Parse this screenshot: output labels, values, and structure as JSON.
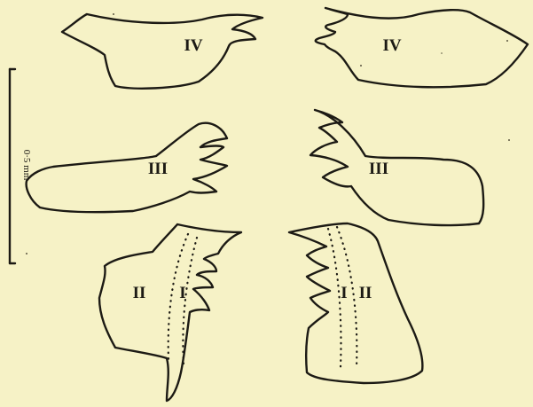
{
  "plate": {
    "background": "#f6f2c6",
    "ink": "#1c1a14"
  },
  "scale_bar": {
    "label": "0·5 mm"
  },
  "labels": {
    "top_left": "IV",
    "top_right": "IV",
    "middle_left": "III",
    "middle_right": "III",
    "bottom_left_outer": "II",
    "bottom_left_inner": "I",
    "bottom_right_inner": "I",
    "bottom_right_outer": "II"
  }
}
